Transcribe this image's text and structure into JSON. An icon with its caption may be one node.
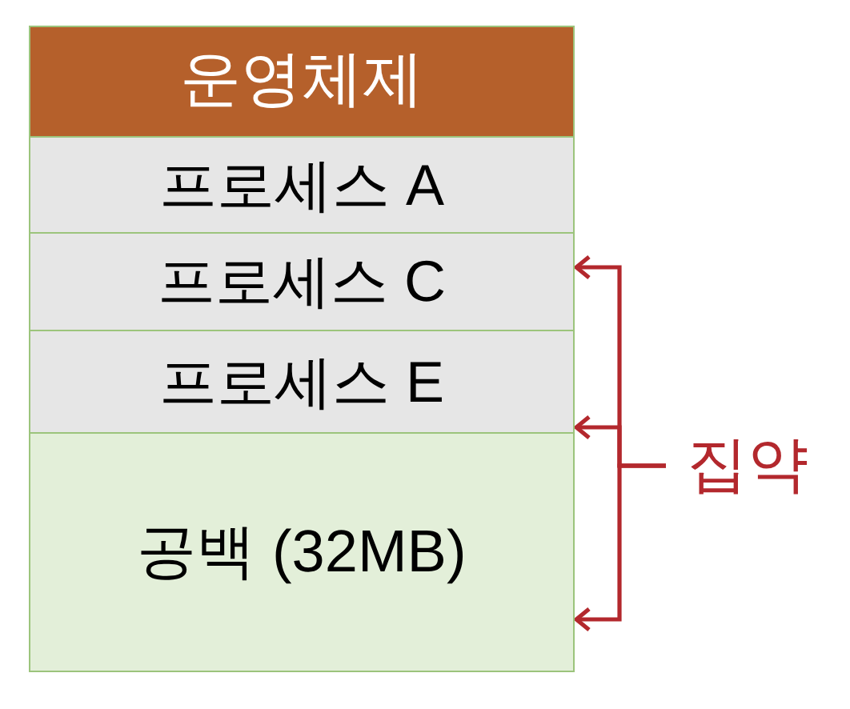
{
  "diagram": {
    "nodes": [
      {
        "text": [
          "운영체제"
        ]
      },
      {
        "text": [
          "프로세스 A"
        ]
      },
      {
        "text": [
          "프로세스 C"
        ]
      },
      {
        "text": [
          "프로세스 E"
        ]
      },
      {
        "text": [
          "공백 (32MB)"
        ]
      },
      {
        "text": [
          "집약"
        ]
      }
    ],
    "edges": [
      {
        "from": 5,
        "to": 2,
        "arrow": "to"
      },
      {
        "from": 5,
        "to": 3,
        "arrow": "to"
      },
      {
        "from": 5,
        "to": 4,
        "arrow": "to"
      }
    ]
  }
}
